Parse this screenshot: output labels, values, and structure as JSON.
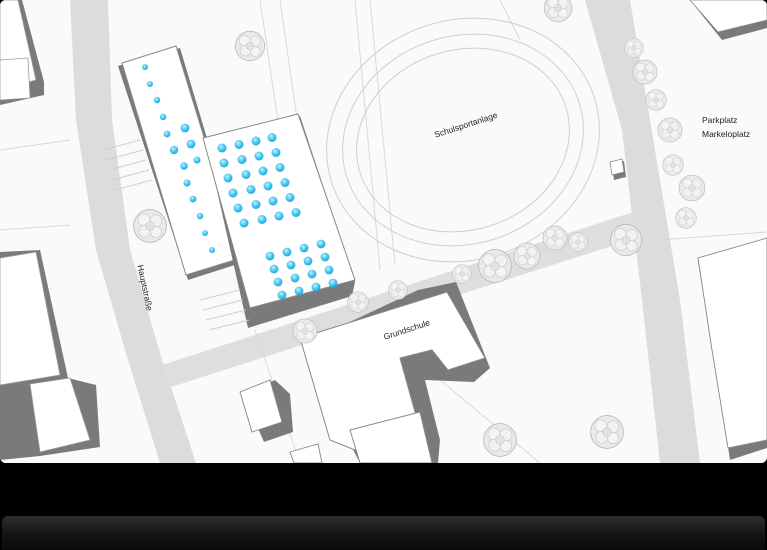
{
  "map": {
    "labels": {
      "sports": "Schulsportanlage",
      "school": "Grundschule",
      "street": "Hauptstraße",
      "parking_line1": "Parkplatz",
      "parking_line2": "Markeloplatz"
    },
    "colors": {
      "ground": "#fafafa",
      "road": "#dcdcdc",
      "building_shadow": "#7a7a7a",
      "building_roof": "#ffffff",
      "outline": "#9a9a9a",
      "skylight": "#3fc3ef",
      "tree": "#e9e9e9"
    },
    "icons": [
      "tree-icon",
      "skylight-icon"
    ]
  },
  "footer": {
    "bar_color": "#1a1a1a"
  }
}
